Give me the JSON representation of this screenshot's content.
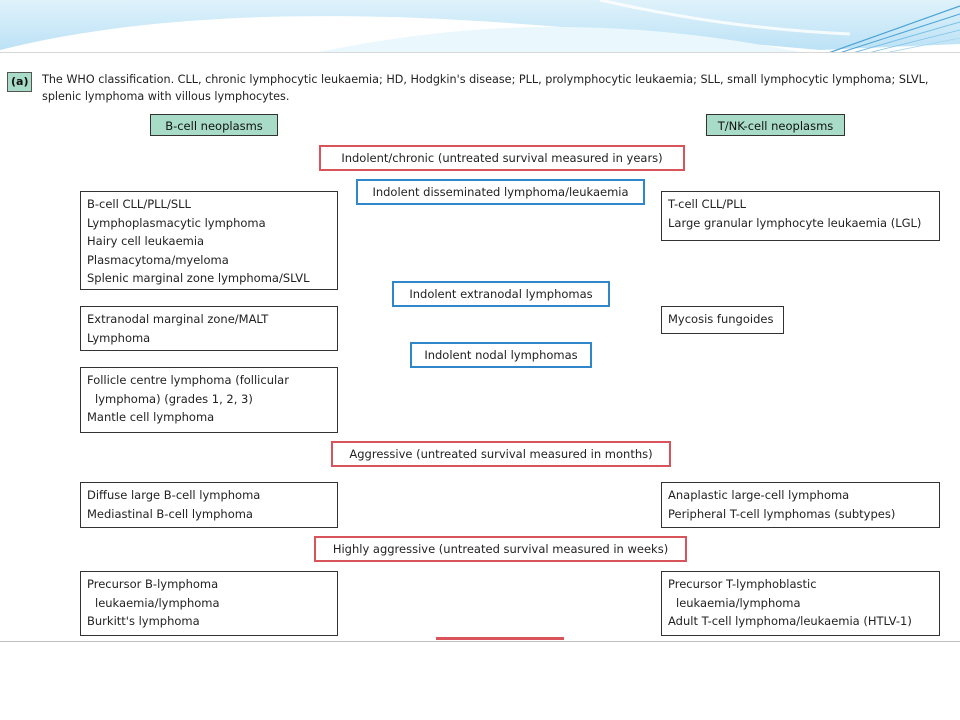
{
  "figure": {
    "label": "(a)",
    "caption": "The WHO classification. CLL, chronic lymphocytic leukaemia; HD, Hodgkin's disease; PLL, prolymphocytic leukaemia; SLL, small lymphocytic lymphoma; SLVL, splenic lymphoma with villous lymphocytes.",
    "headers": {
      "b_cell": "B-cell neoplasms",
      "t_cell": "T/NK-cell neoplasms"
    },
    "categories": {
      "indolent": "Indolent/chronic (untreated survival measured in years)",
      "disseminated": "Indolent disseminated lymphoma/leukaemia",
      "extranodal": "Indolent extranodal lymphomas",
      "nodal": "Indolent nodal lymphomas",
      "aggressive": "Aggressive (untreated survival measured in months)",
      "highly_aggressive": "Highly aggressive (untreated survival measured in weeks)"
    },
    "b_cell": {
      "disseminated": [
        "B-cell CLL/PLL/SLL",
        "Lymphoplasmacytic lymphoma",
        "Hairy cell leukaemia",
        "Plasmacytoma/myeloma",
        "Splenic marginal zone lymphoma/SLVL"
      ],
      "extranodal": [
        "Extranodal marginal zone/MALT",
        "Lymphoma"
      ],
      "nodal": [
        "Follicle centre lymphoma (follicular",
        "lymphoma) (grades 1, 2, 3)",
        "Mantle cell lymphoma"
      ],
      "aggressive": [
        "Diffuse large B-cell lymphoma",
        "Mediastinal B-cell lymphoma"
      ],
      "highly_aggressive": [
        "Precursor B-lymphoma",
        "leukaemia/lymphoma",
        "Burkitt's lymphoma"
      ]
    },
    "t_cell": {
      "disseminated": [
        "T-cell CLL/PLL",
        "Large granular lymphocyte leukaemia (LGL)"
      ],
      "extranodal": [
        "Mycosis fungoides"
      ],
      "aggressive": [
        "Anaplastic large-cell lymphoma",
        "Peripheral T-cell lymphomas (subtypes)"
      ],
      "highly_aggressive": [
        "Precursor T-lymphoblastic",
        "leukaemia/lymphoma",
        "Adult T-cell lymphoma/leukaemia (HTLV-1)"
      ]
    }
  },
  "colors": {
    "header_fill": "#a8dcc9",
    "category_red": "#d9545a",
    "category_blue": "#2f86c9",
    "banner_blue": "#4aa3d8"
  }
}
